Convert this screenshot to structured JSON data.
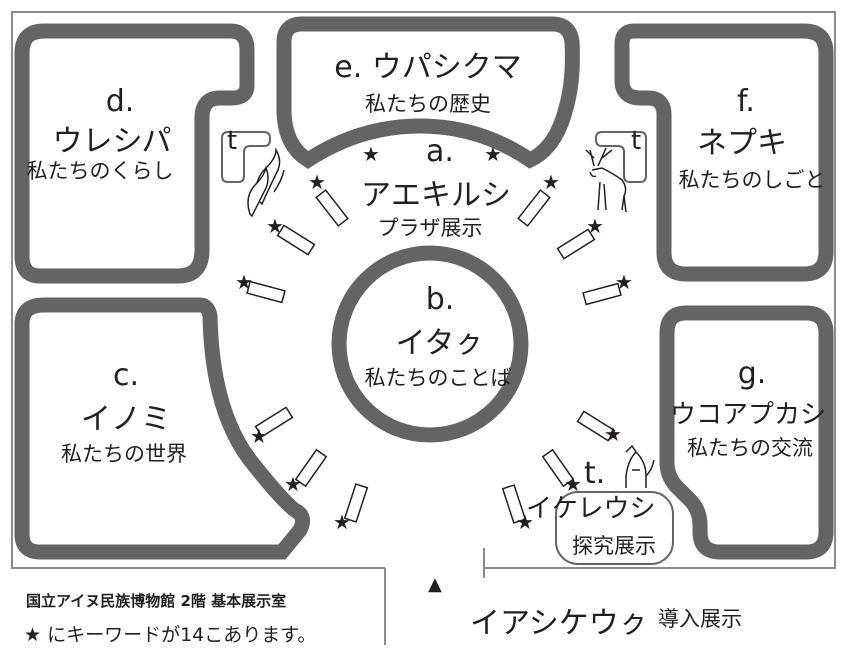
{
  "colors": {
    "wall": "#636466",
    "ink": "#231f20",
    "background": "#ffffff"
  },
  "rooms": {
    "a": {
      "title": "a.",
      "name": "アエキルシ",
      "subtitle": "プラザ展示"
    },
    "b": {
      "title": "b.",
      "name": "イタㇰ",
      "subtitle": "私たちのことば"
    },
    "c": {
      "title": "c.",
      "name": "イノミ",
      "subtitle": "私たちの世界"
    },
    "d": {
      "title": "d.",
      "name": "ウレシパ",
      "subtitle": "私たちのくらし"
    },
    "e": {
      "title": "e. ウパシクマ",
      "subtitle": "私たちの歴史"
    },
    "f": {
      "title": "f.",
      "name": "ネプキ",
      "subtitle": "私たちのしごと"
    },
    "g": {
      "title": "g.",
      "name": "ウコアプカシ",
      "subtitle": "私たちの交流"
    },
    "t": {
      "title": "t.",
      "name": "イケレウシ",
      "subtitle": "探究展示"
    }
  },
  "t_markers": [
    "t",
    "t"
  ],
  "icons": [
    "salmon-icon",
    "deer-icon",
    "fox-icon"
  ],
  "stars_count": 14,
  "footer": {
    "caption": "国立アイヌ民族博物館 2階 基本展示室",
    "legend": "★ にキーワードが14こあります。",
    "entrance_marker": "▲",
    "entrance_name": "イアシケウㇰ",
    "entrance_label": "導入展示"
  }
}
